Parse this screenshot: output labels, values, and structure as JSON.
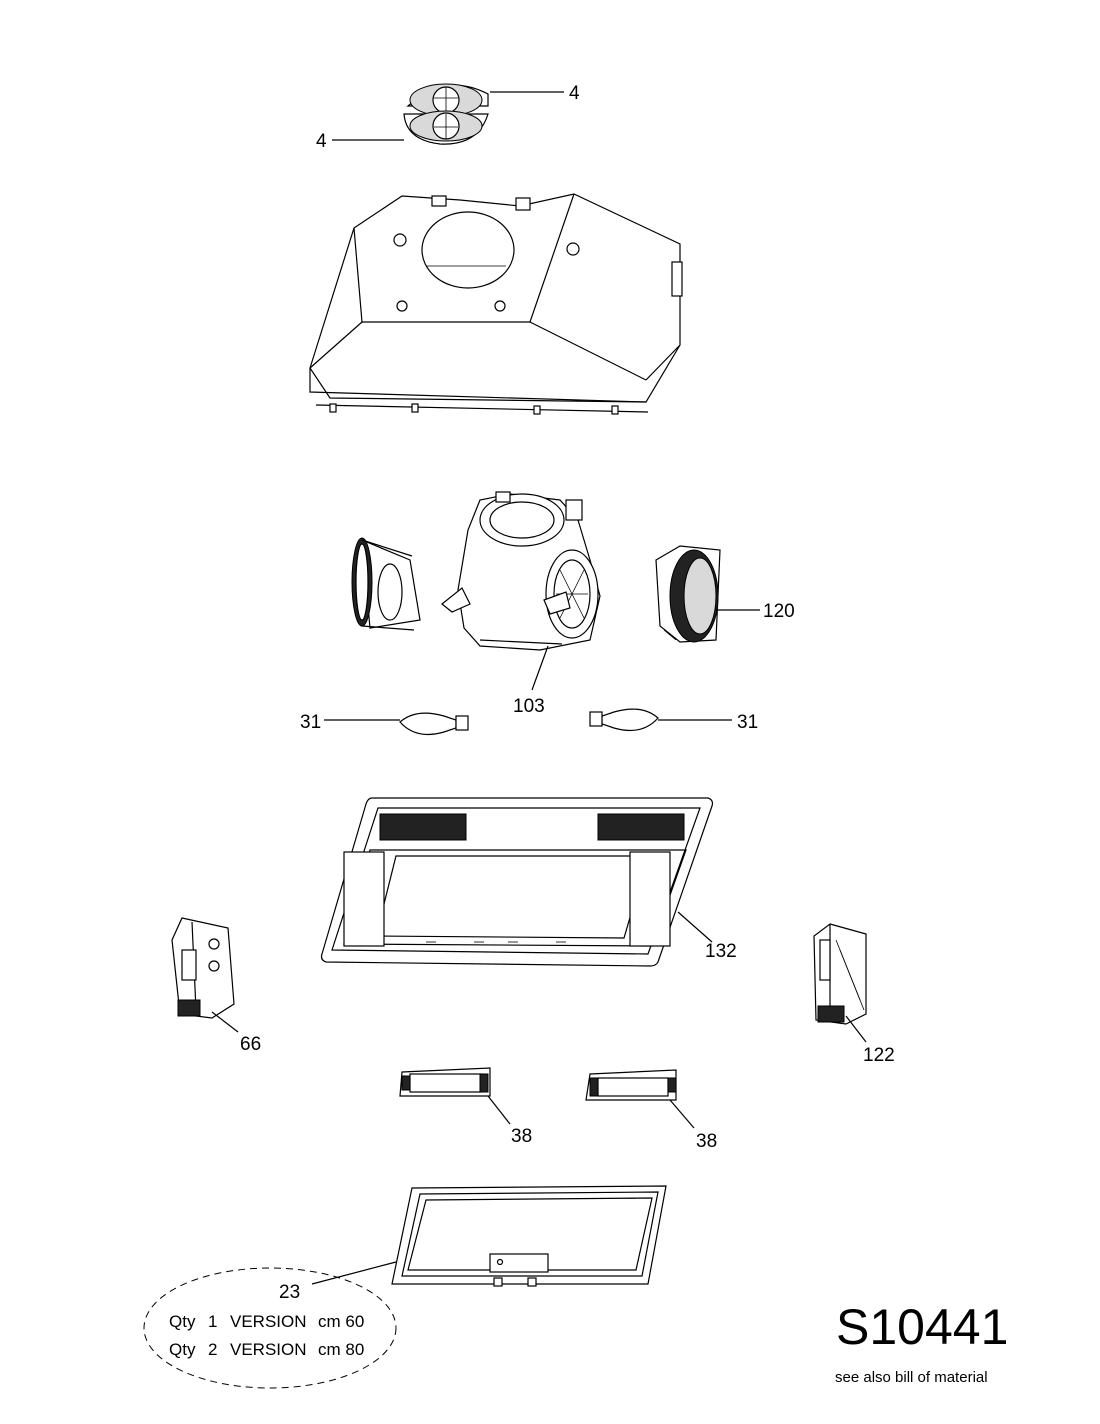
{
  "callouts": {
    "c4_top": "4",
    "c4_bottom": "4",
    "c120": "120",
    "c103": "103",
    "c31_left": "31",
    "c31_right": "31",
    "c132": "132",
    "c66": "66",
    "c122": "122",
    "c38_left": "38",
    "c38_right": "38",
    "c23": "23"
  },
  "quantity_note": {
    "row1": [
      "Qty",
      "1",
      "VERSION",
      "cm 60"
    ],
    "row2": [
      "Qty",
      "2",
      "VERSION",
      "cm 80"
    ]
  },
  "sheet": {
    "code": "S10441",
    "note": "see also bill of material"
  }
}
